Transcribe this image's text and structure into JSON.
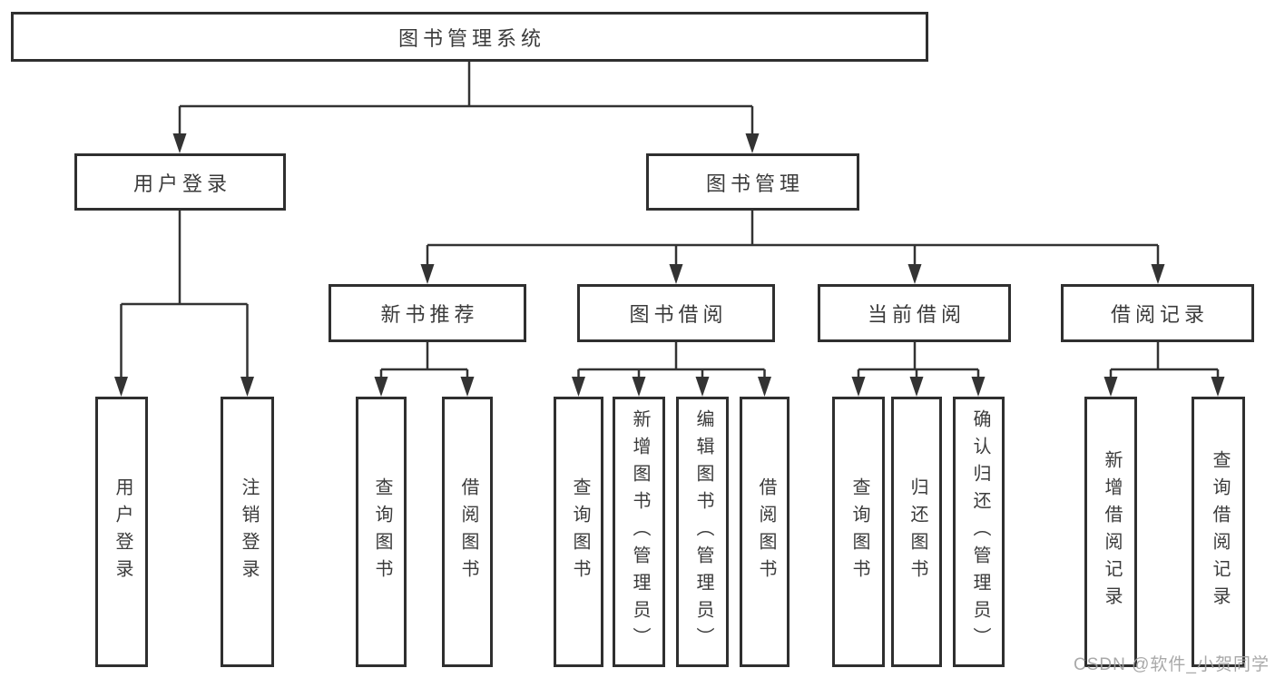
{
  "diagram_title": "图书管理系统",
  "nodes": {
    "root": {
      "label": "图书管理系统"
    },
    "login": {
      "label": "用户登录"
    },
    "mgmt": {
      "label": "图书管理"
    },
    "newbook": {
      "label": "新书推荐"
    },
    "borrow": {
      "label": "图书借阅"
    },
    "current": {
      "label": "当前借阅"
    },
    "records": {
      "label": "借阅记录"
    },
    "login_user": {
      "label": "用户登录"
    },
    "login_logout": {
      "label": "注销登录"
    },
    "newbook_query": {
      "label": "查询图书"
    },
    "newbook_borrow": {
      "label": "借阅图书"
    },
    "borrow_query": {
      "label": "查询图书"
    },
    "borrow_add": {
      "label": "新增图书（管理员）"
    },
    "borrow_edit": {
      "label": "编辑图书（管理员）"
    },
    "borrow_borrow": {
      "label": "借阅图书"
    },
    "current_query": {
      "label": "查询图书"
    },
    "current_return": {
      "label": "归还图书"
    },
    "current_confirm": {
      "label": "确认归还（管理员）"
    },
    "records_add": {
      "label": "新增借阅记录"
    },
    "records_query": {
      "label": "查询借阅记录"
    }
  },
  "hierarchy": {
    "root": [
      "login",
      "mgmt"
    ],
    "login": [
      "login_user",
      "login_logout"
    ],
    "mgmt": [
      "newbook",
      "borrow",
      "current",
      "records"
    ],
    "newbook": [
      "newbook_query",
      "newbook_borrow"
    ],
    "borrow": [
      "borrow_query",
      "borrow_add",
      "borrow_edit",
      "borrow_borrow"
    ],
    "current": [
      "current_query",
      "current_return",
      "current_confirm"
    ],
    "records": [
      "records_add",
      "records_query"
    ]
  },
  "watermark": {
    "text": "CSDN @软件_小贺同学"
  },
  "colors": {
    "line": "#333333",
    "box_border": "#2f2f2f",
    "text": "#3b3b3b",
    "background": "#ffffff",
    "watermark": "#a2a2a2"
  }
}
